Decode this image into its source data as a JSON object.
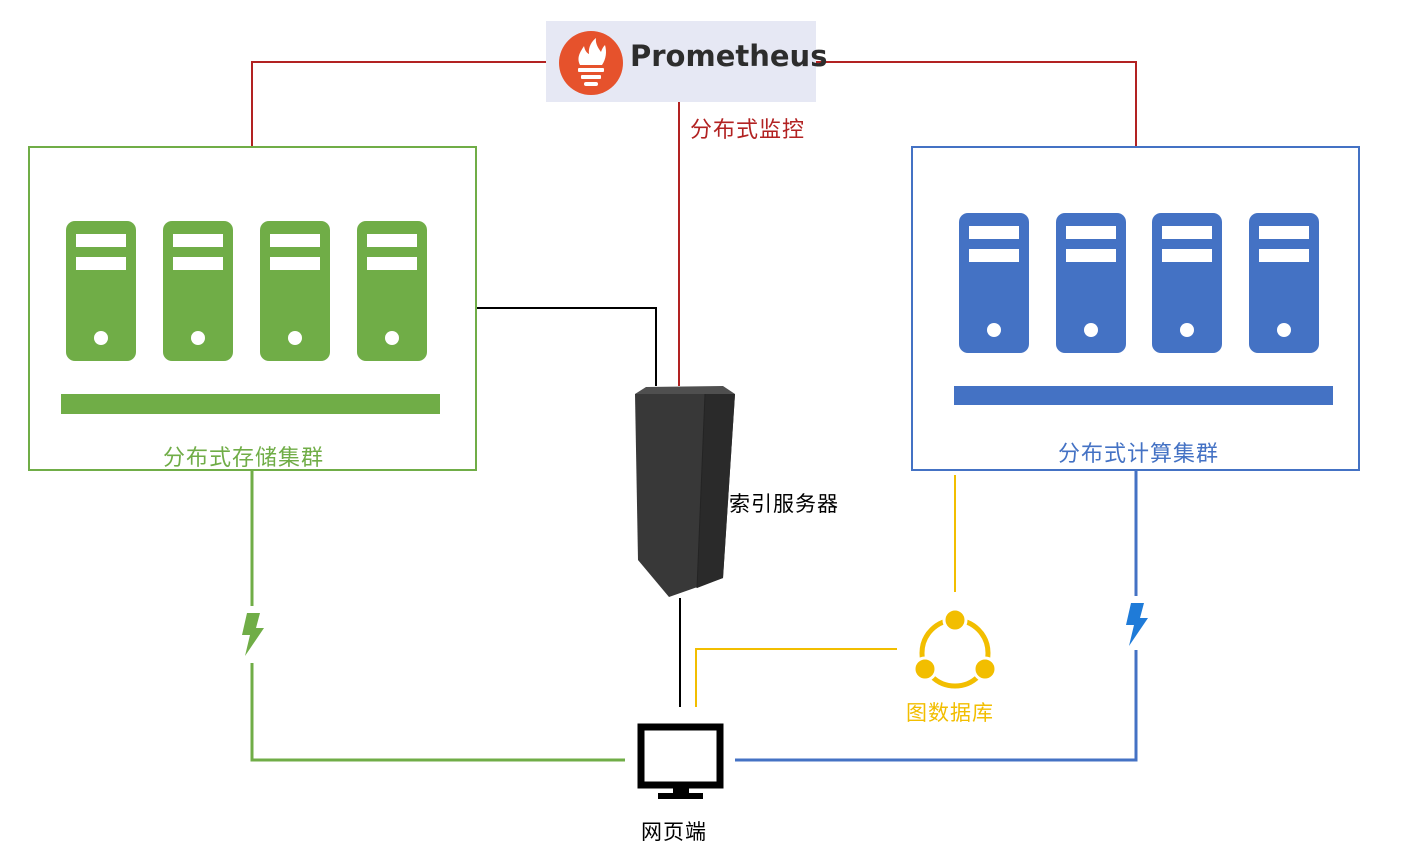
{
  "prometheus": {
    "name": "Prometheus",
    "logo_icon": "prometheus-flame-icon",
    "brand_color": "#e6522c"
  },
  "labels": {
    "monitoring": "分布式监控",
    "storage_cluster": "分布式存储集群",
    "compute_cluster": "分布式计算集群",
    "index_server": "索引服务器",
    "graph_db": "图数据库",
    "web_client": "网页端"
  },
  "colors": {
    "monitoring": "#b22222",
    "storage": "#70ad47",
    "compute": "#4472c4",
    "graph_db": "#f2be00",
    "index_link": "#000000",
    "lightning_storage": "#70ad47",
    "lightning_compute": "#1f7bd8"
  },
  "icons": {
    "server": "server-tower-icon",
    "index_server": "server-rack-icon",
    "graph_db": "share-network-icon",
    "web_client": "monitor-icon",
    "link": "lightning-icon"
  }
}
